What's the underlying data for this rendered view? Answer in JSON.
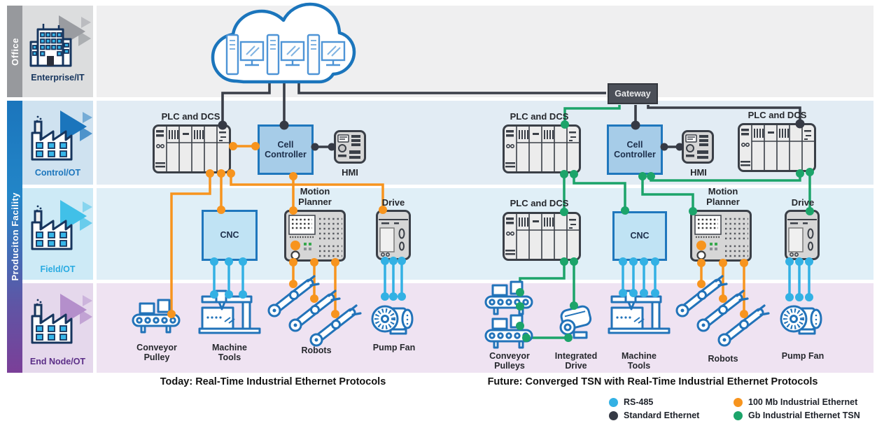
{
  "sidebar": {
    "office_band": "Office",
    "facility_band": "Produciton Facility",
    "rows": [
      {
        "label": "Enterprise/IT",
        "color": "#16355e"
      },
      {
        "label": "Control/OT",
        "color": "#1b75bc"
      },
      {
        "label": "Field/OT",
        "color": "#29abe2"
      },
      {
        "label": "End Node/OT",
        "color": "#5b2e87"
      }
    ]
  },
  "today": {
    "caption": "Today: Real-Time Industrial Ethernet Protocols",
    "labels": {
      "plc": "PLC and DCS",
      "cell_controller": "Cell Controller",
      "hmi": "HMI",
      "cnc": "CNC",
      "motion_planner": "Motion Planner",
      "drive": "Drive",
      "conveyor_pulley": "Conveyor Pulley",
      "machine_tools": "Machine Tools",
      "robots": "Robots",
      "pump_fan": "Pump Fan"
    }
  },
  "future": {
    "caption": "Future: Converged TSN with Real-Time Industrial Ethernet Protocols",
    "labels": {
      "gateway": "Gateway",
      "plc_control": "PLC and DCS",
      "plc_right": "PLC and DCS",
      "plc_field": "PLC and DCS",
      "cell_controller": "Cell Controller",
      "hmi": "HMI",
      "cnc": "CNC",
      "motion_planner": "Motion Planner",
      "drive": "Drive",
      "conveyor_pulleys": "Conveyor Pulleys",
      "integrated_drive": "Integrated Drive",
      "machine_tools": "Machine Tools",
      "robots": "Robots",
      "pump_fan": "Pump Fan"
    }
  },
  "legend": {
    "items": [
      {
        "label": "RS-485",
        "color": "#33b1e4"
      },
      {
        "label": "Standard Ethernet",
        "color": "#363a45"
      },
      {
        "label": "100 Mb Industrial Ethernet",
        "color": "#f7941e"
      },
      {
        "label": "Gb Industrial Ethernet TSN",
        "color": "#1ca46a"
      }
    ]
  }
}
